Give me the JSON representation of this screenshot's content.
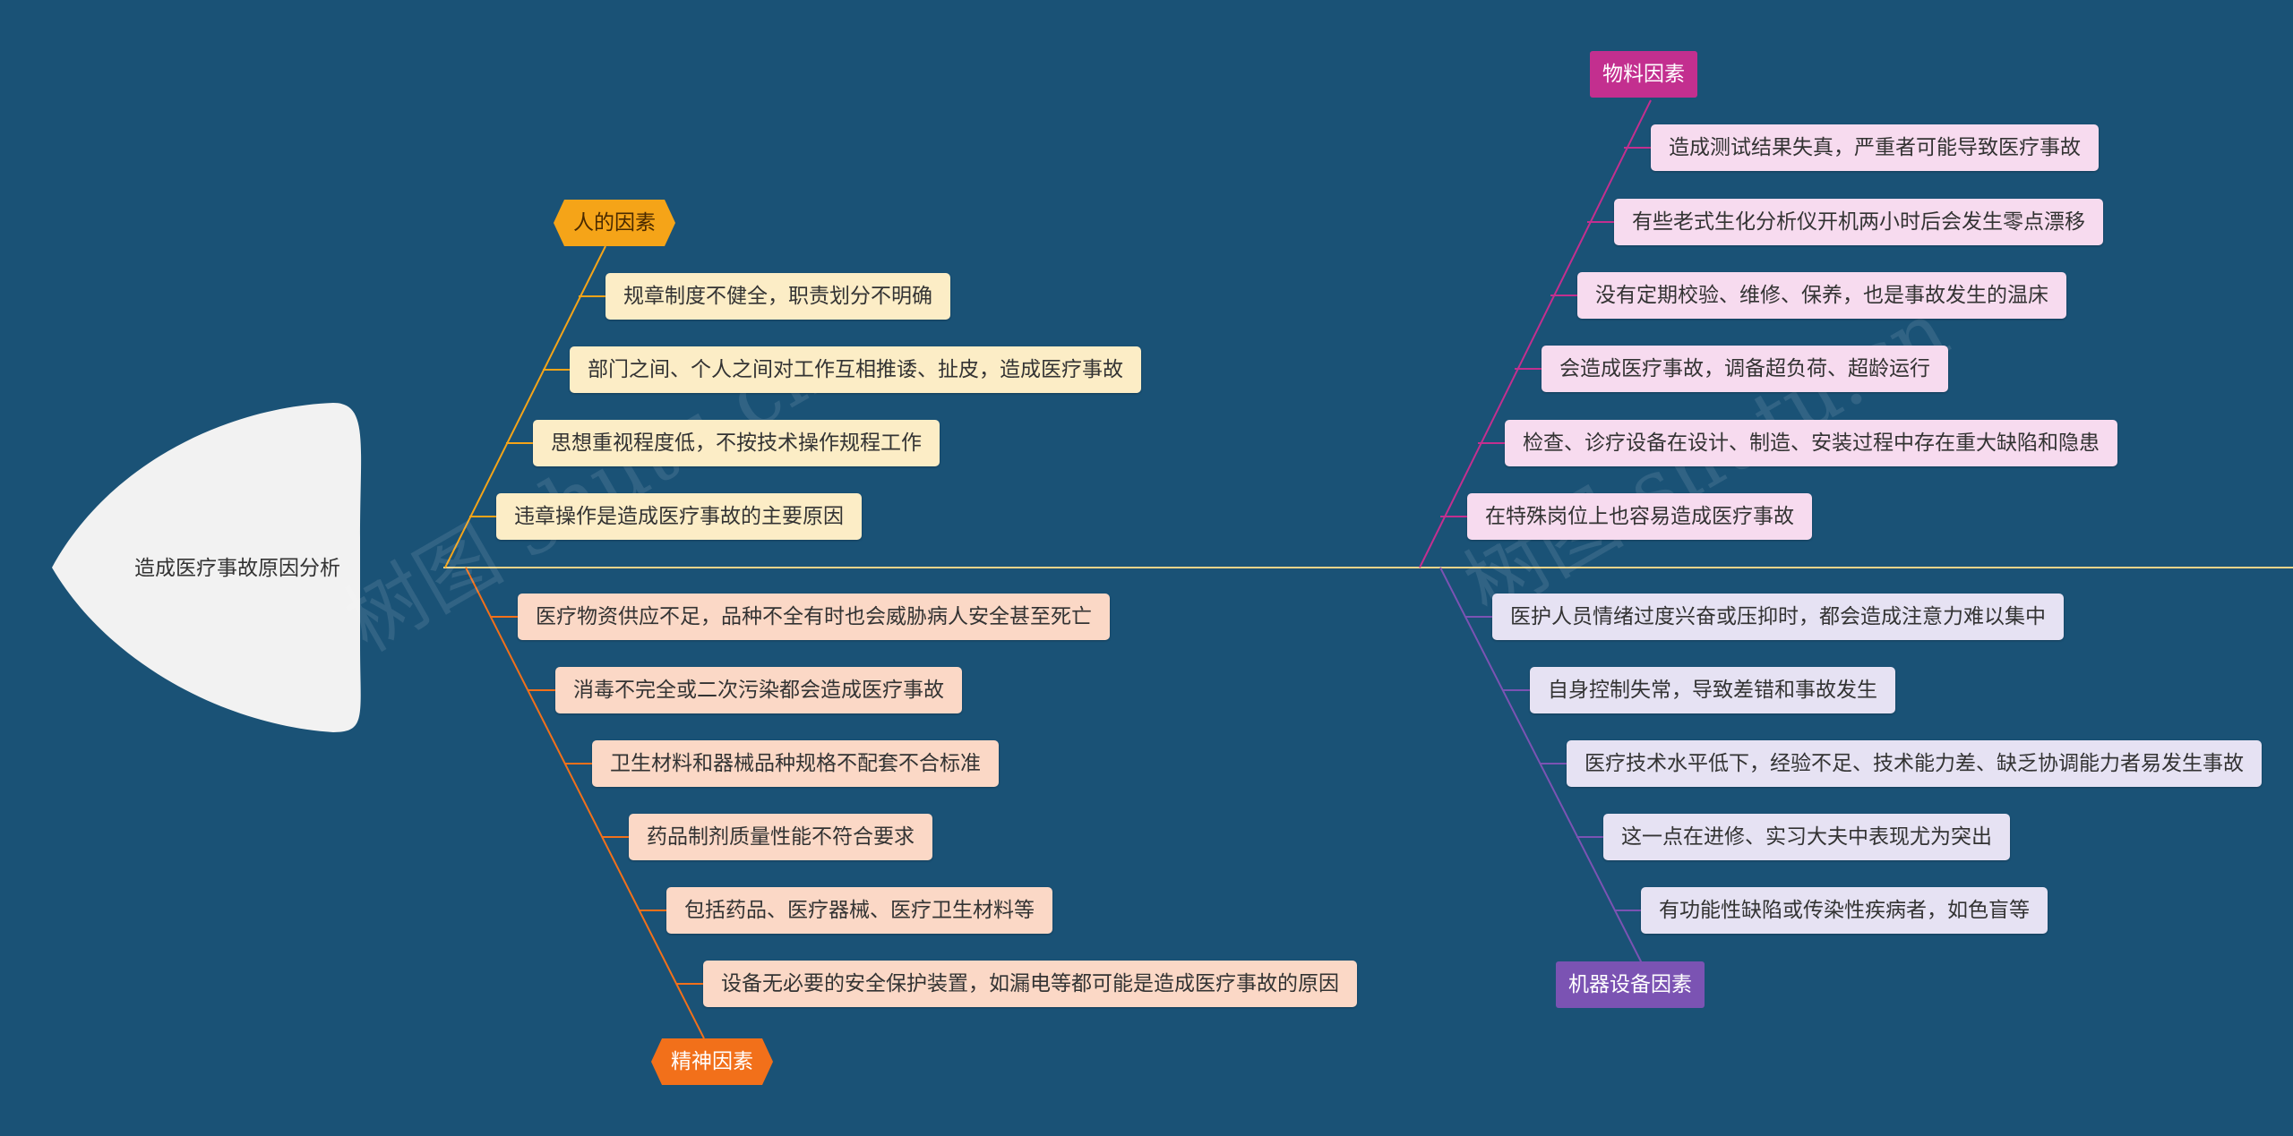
{
  "title": "造成医疗事故原因分析",
  "colors": {
    "background": "#1a5276",
    "spine": "#f5d48a",
    "human": "#f5a418",
    "spirit": "#f2701a",
    "material": "#c32f8f",
    "machine": "#7b53b3"
  },
  "categories": {
    "human": {
      "label": "人的因素",
      "items": [
        "规章制度不健全，职责划分不明确",
        "部门之间、个人之间对工作互相推诿、扯皮，造成医疗事故",
        "思想重视程度低，不按技术操作规程工作",
        "违章操作是造成医疗事故的主要原因"
      ]
    },
    "spirit": {
      "label": "精神因素",
      "items": [
        "医疗物资供应不足，品种不全有时也会威胁病人安全甚至死亡",
        "消毒不完全或二次污染都会造成医疗事故",
        "卫生材料和器械品种规格不配套不合标准",
        "药品制剂质量性能不符合要求",
        "包括药品、医疗器械、医疗卫生材料等",
        "设备无必要的安全保护装置，如漏电等都可能是造成医疗事故的原因"
      ]
    },
    "material": {
      "label": "物料因素",
      "items": [
        "造成测试结果失真，严重者可能导致医疗事故",
        "有些老式生化分析仪开机两小时后会发生零点漂移",
        "没有定期校验、维修、保养，也是事故发生的温床",
        "会造成医疗事故，调备超负荷、超龄运行",
        "检查、诊疗设备在设计、制造、安装过程中存在重大缺陷和隐患",
        "在特殊岗位上也容易造成医疗事故"
      ]
    },
    "machine": {
      "label": "机器设备因素",
      "items": [
        "医护人员情绪过度兴奋或压抑时，都会造成注意力难以集中",
        "自身控制失常，导致差错和事故发生",
        "医疗技术水平低下，经验不足、技术能力差、缺乏协调能力者易发生事故",
        "这一点在进修、实习大夫中表现尤为突出",
        "有功能性缺陷或传染性疾病者，如色盲等"
      ]
    }
  }
}
